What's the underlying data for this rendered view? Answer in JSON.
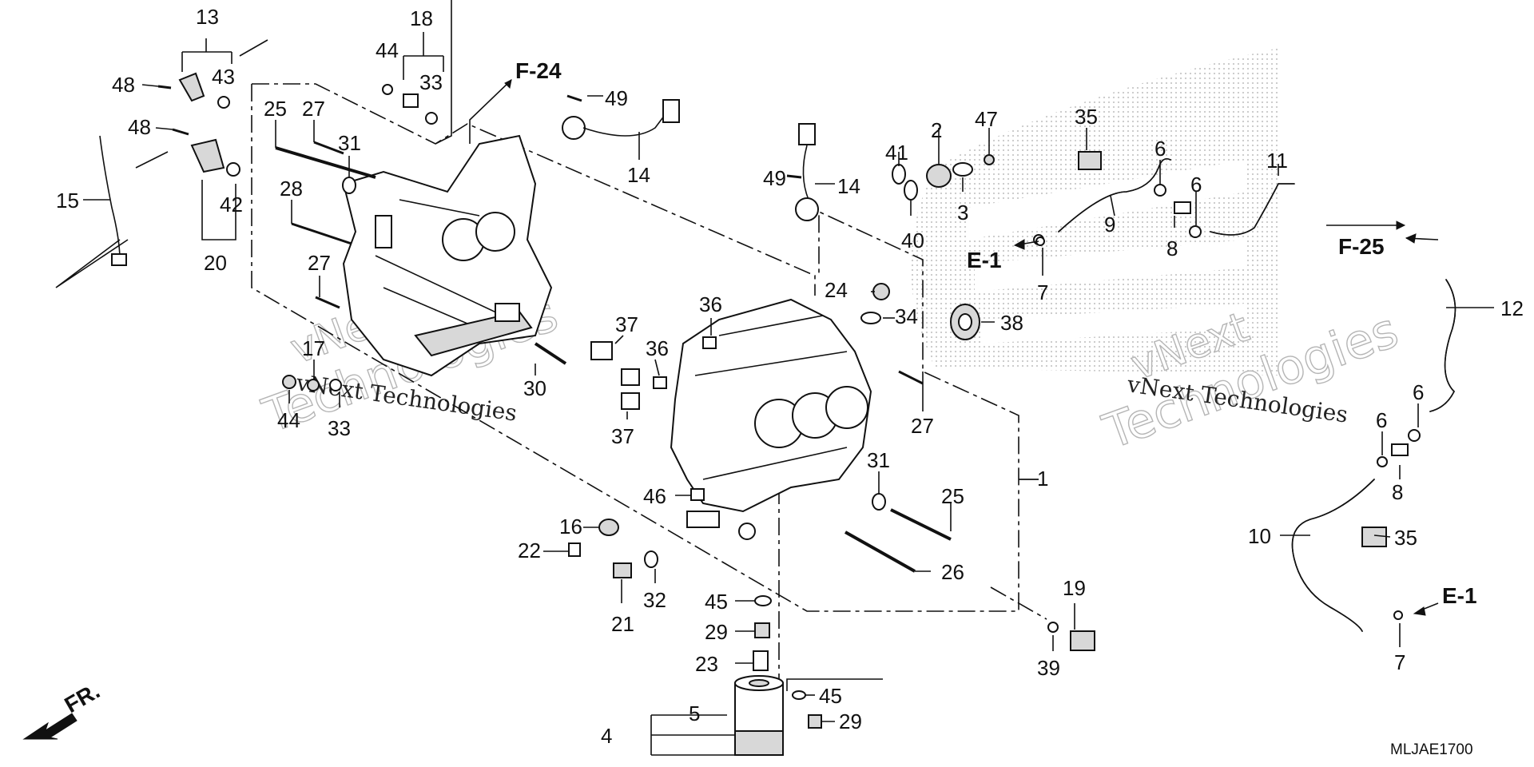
{
  "diagram": {
    "watermark": {
      "line1": "vNext",
      "line2": "Technologies",
      "inline": "vNext Technologies"
    },
    "drawing_code": "MLJAE1700",
    "direction_label": "FR.",
    "refs": {
      "f24": "F-24",
      "f25": "F-25",
      "e1_upper": "E-1",
      "e1_lower": "E-1"
    },
    "part_numbers": {
      "p13": "13",
      "p48a": "48",
      "p43": "43",
      "p48b": "48",
      "p15": "15",
      "p42": "42",
      "p20": "20",
      "p18": "18",
      "p44a": "44",
      "p33a": "33",
      "p49a": "49",
      "p14a": "14",
      "p25a": "25",
      "p27a": "27",
      "p31a": "31",
      "p28": "28",
      "p27b": "27",
      "p17": "17",
      "p44b": "44",
      "p33b": "33",
      "p30": "30",
      "p37a": "37",
      "p36a": "36",
      "p36b": "36",
      "p37b": "37",
      "p49b": "49",
      "p14b": "14",
      "p24": "24",
      "p34": "34",
      "p41": "41",
      "p2": "2",
      "p47": "47",
      "p3": "3",
      "p40": "40",
      "p38": "38",
      "p35a": "35",
      "p6a": "6",
      "p6b": "6",
      "p11": "11",
      "p9": "9",
      "p8a": "8",
      "p7a": "7",
      "p12": "12",
      "p6c": "6",
      "p6d": "6",
      "p8b": "8",
      "p10": "10",
      "p35b": "35",
      "p7b": "7",
      "p1": "1",
      "p27c": "27",
      "p46": "46",
      "p31b": "31",
      "p25b": "25",
      "p26": "26",
      "p16": "16",
      "p22": "22",
      "p21": "21",
      "p32": "32",
      "p45a": "45",
      "p29a": "29",
      "p23": "23",
      "p5": "5",
      "p4": "4",
      "p45b": "45",
      "p29b": "29",
      "p19": "19",
      "p39": "39"
    }
  }
}
